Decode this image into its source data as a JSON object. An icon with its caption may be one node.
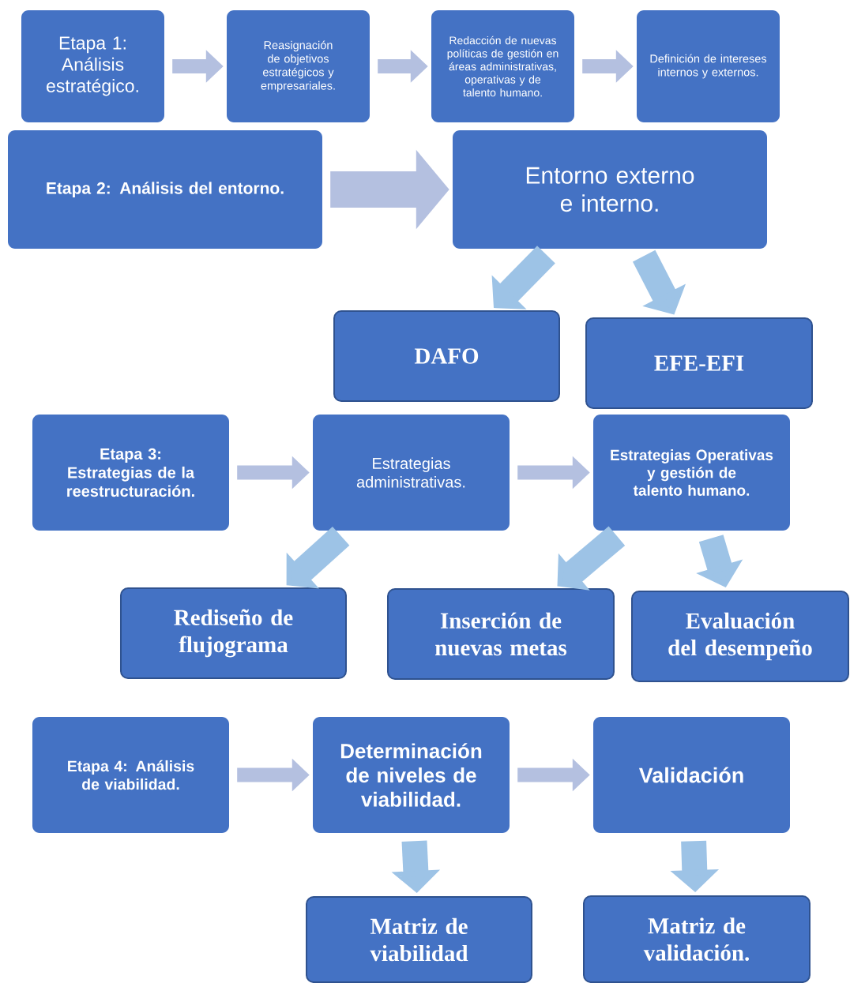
{
  "diagram": {
    "nodes": [
      {
        "text": [
          "Etapa 1: Análisis estratégico."
        ]
      },
      {
        "text": [
          "Reasignación de objetivos estratégicos y empresariales."
        ]
      },
      {
        "text": [
          "Redacción de nuevas políticas de gestión en áreas administrativas, operativas y de talento humano."
        ]
      },
      {
        "text": [
          "Definición de intereses internos y externos."
        ]
      },
      {
        "text": [
          "Etapa 2: Análisis del entorno."
        ]
      },
      {
        "text": [
          "Entorno externo e interno."
        ]
      },
      {
        "text": [
          "DAFO"
        ]
      },
      {
        "text": [
          "EFE-EFI"
        ]
      },
      {
        "text": [
          "Etapa 3: Estrategias de la reestructuración."
        ]
      },
      {
        "text": [
          "Estrategias administrativas."
        ]
      },
      {
        "text": [
          "Estrategias Operativas y gestión de talento humano."
        ]
      },
      {
        "text": [
          "Rediseño de flujograma"
        ]
      },
      {
        "text": [
          "Inserción de nuevas metas"
        ]
      },
      {
        "text": [
          "Evaluación del desempeño"
        ]
      },
      {
        "text": [
          "Etapa 4: Análisis de viabilidad."
        ]
      },
      {
        "text": [
          "Determinación de niveles de viabilidad."
        ]
      },
      {
        "text": [
          "Validación"
        ]
      },
      {
        "text": [
          "Matriz de viabilidad"
        ]
      },
      {
        "text": [
          "Matriz de validación."
        ]
      }
    ],
    "edges": [
      {
        "from": 0,
        "to": 1,
        "arrow": "to"
      },
      {
        "from": 1,
        "to": 2,
        "arrow": "to"
      },
      {
        "from": 2,
        "to": 3,
        "arrow": "to"
      },
      {
        "from": 4,
        "to": 5,
        "arrow": "to"
      },
      {
        "from": 5,
        "to": 6,
        "arrow": "to",
        "color": "#9dc3e6"
      },
      {
        "from": 5,
        "to": 7,
        "arrow": "to",
        "color": "#9dc3e6"
      },
      {
        "from": 8,
        "to": 9,
        "arrow": "to"
      },
      {
        "from": 9,
        "to": 10,
        "arrow": "to"
      },
      {
        "from": 9,
        "to": 11,
        "arrow": "to",
        "color": "#9dc3e6"
      },
      {
        "from": 10,
        "to": 12,
        "arrow": "to",
        "color": "#9dc3e6"
      },
      {
        "from": 10,
        "to": 13,
        "arrow": "to",
        "color": "#9dc3e6"
      },
      {
        "from": 14,
        "to": 15,
        "arrow": "to"
      },
      {
        "from": 15,
        "to": 16,
        "arrow": "to"
      },
      {
        "from": 15,
        "to": 17,
        "arrow": "to",
        "color": "#9dc3e6"
      },
      {
        "from": 16,
        "to": 18,
        "arrow": "to",
        "color": "#9dc3e6"
      }
    ]
  }
}
